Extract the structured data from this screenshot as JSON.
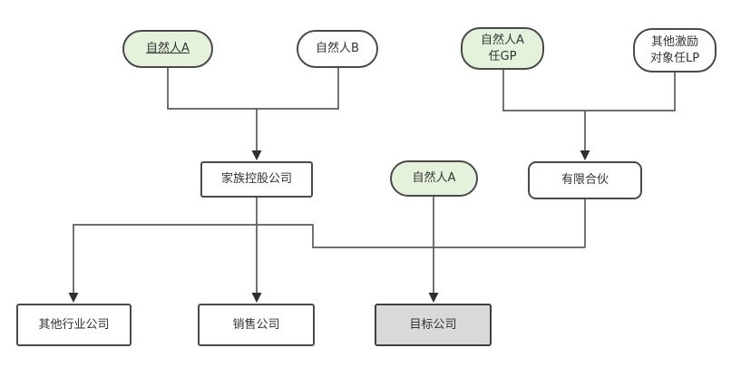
{
  "diagram": {
    "title": "equity-structure-diagram",
    "colors": {
      "background": "#ffffff",
      "highlight_fill": "#e4f2dc",
      "plain_fill": "#ffffff",
      "target_fill": "#d9d9d9",
      "border": "#4a4a4a",
      "line": "#5c5c5c",
      "arrow": "#2f2f2f",
      "text": "#333333"
    },
    "nodes": {
      "natural_person_a_top": {
        "label": "自然人A",
        "shape": "pill",
        "fill": "green",
        "underline": true
      },
      "natural_person_b": {
        "label": "自然人B",
        "shape": "pill",
        "fill": "white"
      },
      "natural_person_a_gp": {
        "label": "自然人A\n任GP",
        "shape": "pill",
        "fill": "green"
      },
      "other_incentive_lp": {
        "label": "其他激励\n对象任LP",
        "shape": "pill",
        "fill": "white"
      },
      "family_holding": {
        "label": "家族控股公司",
        "shape": "rect",
        "fill": "white"
      },
      "natural_person_a_mid": {
        "label": "自然人A",
        "shape": "pill",
        "fill": "green"
      },
      "limited_partnership": {
        "label": "有限合伙",
        "shape": "rect",
        "fill": "white"
      },
      "other_industry_company": {
        "label": "其他行业公司",
        "shape": "rect",
        "fill": "white"
      },
      "sales_company": {
        "label": "销售公司",
        "shape": "rect",
        "fill": "white"
      },
      "target_company": {
        "label": "目标公司",
        "shape": "rect",
        "fill": "gray"
      }
    },
    "edges": [
      {
        "from": "natural_person_a_top + natural_person_b",
        "to": "family_holding",
        "arrow": true
      },
      {
        "from": "natural_person_a_gp + other_incentive_lp",
        "to": "limited_partnership",
        "arrow": true
      },
      {
        "from": "family_holding",
        "to": "other_industry_company",
        "arrow": true
      },
      {
        "from": "family_holding",
        "to": "sales_company",
        "arrow": true
      },
      {
        "from": "natural_person_a_mid",
        "to": "target_company",
        "arrow": true
      },
      {
        "from": "limited_partnership",
        "to": "shared-bus",
        "arrow": false
      }
    ]
  }
}
